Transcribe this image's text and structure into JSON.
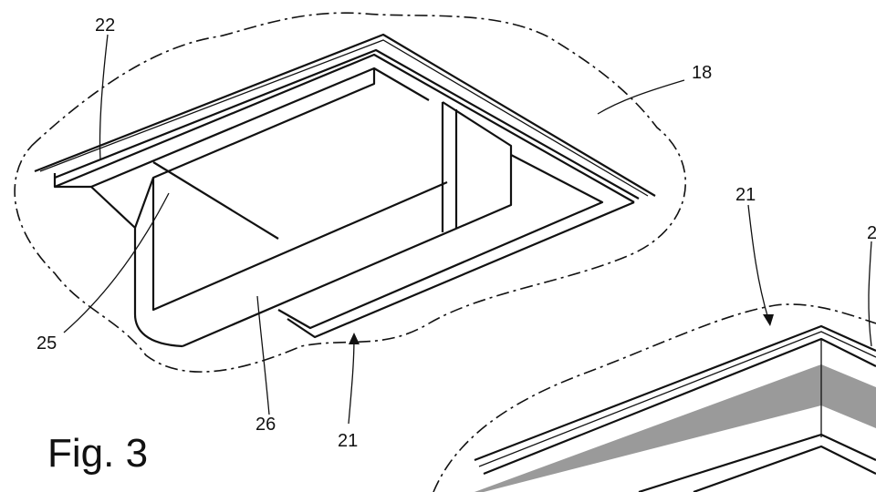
{
  "figure_title": "Fig. 3",
  "labels": {
    "l22": "22",
    "l18": "18",
    "l21_right": "21",
    "l25": "25",
    "l26": "26",
    "l21_bottom": "21",
    "l2_partial": "2"
  },
  "colors": {
    "line": "#111111",
    "shade": "#9a9a9a"
  }
}
